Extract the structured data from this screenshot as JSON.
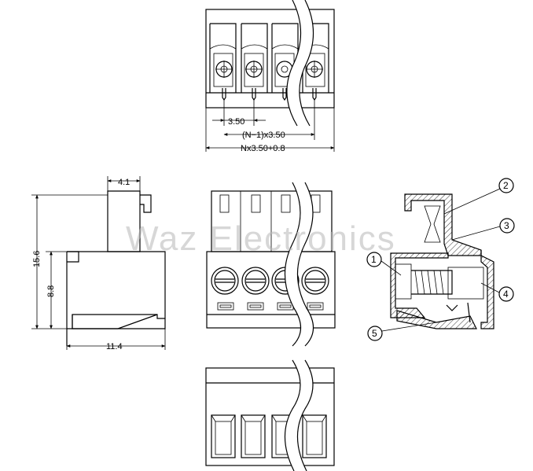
{
  "dimensions": {
    "pitch": "3.50",
    "pitch_span": "(N−1)x3.50",
    "total_width": "Nx3.50+0.8",
    "top_depth": "4.1",
    "height_total": "15.6",
    "height_body": "8.8",
    "base_length": "11.4"
  },
  "callouts": [
    "1",
    "2",
    "3",
    "4",
    "5"
  ],
  "watermark": "Waz Electronics"
}
